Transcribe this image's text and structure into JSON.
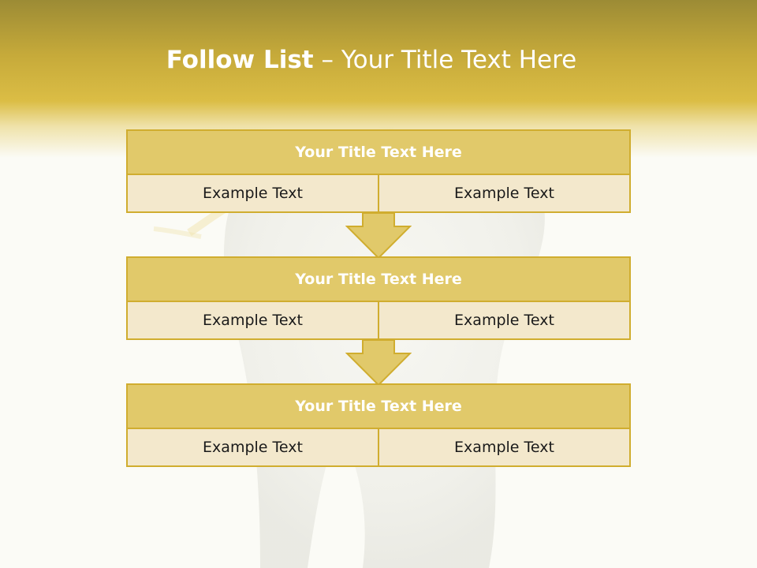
{
  "slide": {
    "title_bold": "Follow List",
    "title_rest": " – Your Title Text Here"
  },
  "blocks": [
    {
      "title": "Your Title Text Here",
      "cells": [
        "Example Text",
        "Example Text"
      ]
    },
    {
      "title": "Your Title Text Here",
      "cells": [
        "Example Text",
        "Example Text"
      ]
    },
    {
      "title": "Your Title Text Here",
      "cells": [
        "Example Text",
        "Example Text"
      ]
    }
  ],
  "colors": {
    "header_gold": "#dbbd45",
    "block_title_fill": "#e1c96a",
    "block_cell_fill": "#f3e8cc",
    "border_gold": "#d0ad2f",
    "arrow_fill": "#e1c96a"
  }
}
